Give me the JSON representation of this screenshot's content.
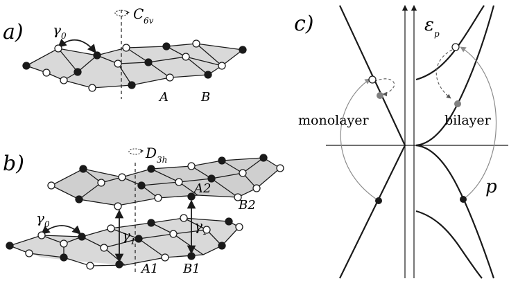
{
  "panels": {
    "a": {
      "label": "a)",
      "symmetry": {
        "symbol": "C",
        "sub": "6v"
      },
      "hopping": {
        "symbol": "γ",
        "sub": "0"
      },
      "sites": {
        "A": "A",
        "B": "B"
      }
    },
    "b": {
      "label": "b)",
      "symmetry": {
        "symbol": "D",
        "sub": "3h"
      },
      "hopping0": {
        "symbol": "γ",
        "sub": "0"
      },
      "hopping1a": {
        "symbol": "γ",
        "sub": "1"
      },
      "hopping1b": {
        "symbol": "γ",
        "sub": "1"
      },
      "sites": {
        "A1": "A1",
        "B1": "B1",
        "A2": "A2",
        "B2": "B2"
      }
    },
    "c": {
      "label": "c)",
      "energy_axis": {
        "symbol": "ε",
        "sub": "p"
      },
      "momentum_axis": "p",
      "monolayer": "monolayer",
      "bilayer": "bilayer"
    }
  },
  "colors": {
    "ink": "#1a1a1a",
    "sheet": "#d9d9d9",
    "sheet_top": "#cfcfcf",
    "arrow_gray": "#8c8c8c",
    "dot_gray": "#808080"
  }
}
